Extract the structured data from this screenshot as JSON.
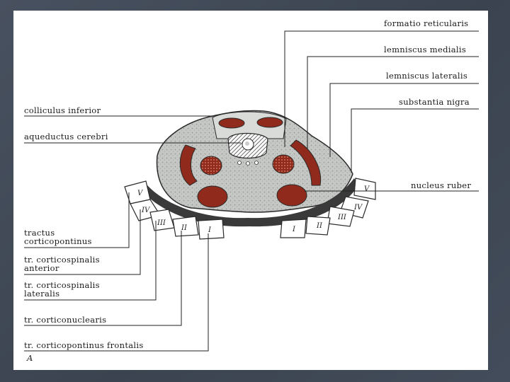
{
  "labels_right": {
    "formatio_reticularis": "formatio reticularis",
    "lemniscus_medialis": "lemniscus medialis",
    "lemniscus_lateralis": "lemniscus lateralis",
    "substantia_nigra": "substantia nigra",
    "nucleus_ruber": "nucleus ruber"
  },
  "labels_left": {
    "colliculus_inferior": "colliculus inferior",
    "aqueductus_cerebri": "aqueductus cerebri",
    "tractus_corticopontinus_1": "tractus",
    "tractus_corticopontinus_2": "corticopontinus",
    "tr_corticospinalis_anterior_1": "tr. corticospinalis",
    "tr_corticospinalis_anterior_2": "anterior",
    "tr_corticospinalis_lateralis_1": "tr. corticospinalis",
    "tr_corticospinalis_lateralis_2": "lateralis",
    "tr_corticonuclearis": "tr. corticonuclearis",
    "tr_corticopontinus_frontalis": "tr. corticopontinus frontalis",
    "figure_letter": "A"
  },
  "segments": {
    "I": "I",
    "II": "II",
    "III": "III",
    "IV": "IV",
    "V": "V"
  },
  "colors": {
    "nucleus": "#8f2a1c",
    "tissue": "#c9ccc9",
    "outline": "#2a2a2a",
    "slide_background": "#3e4756"
  }
}
